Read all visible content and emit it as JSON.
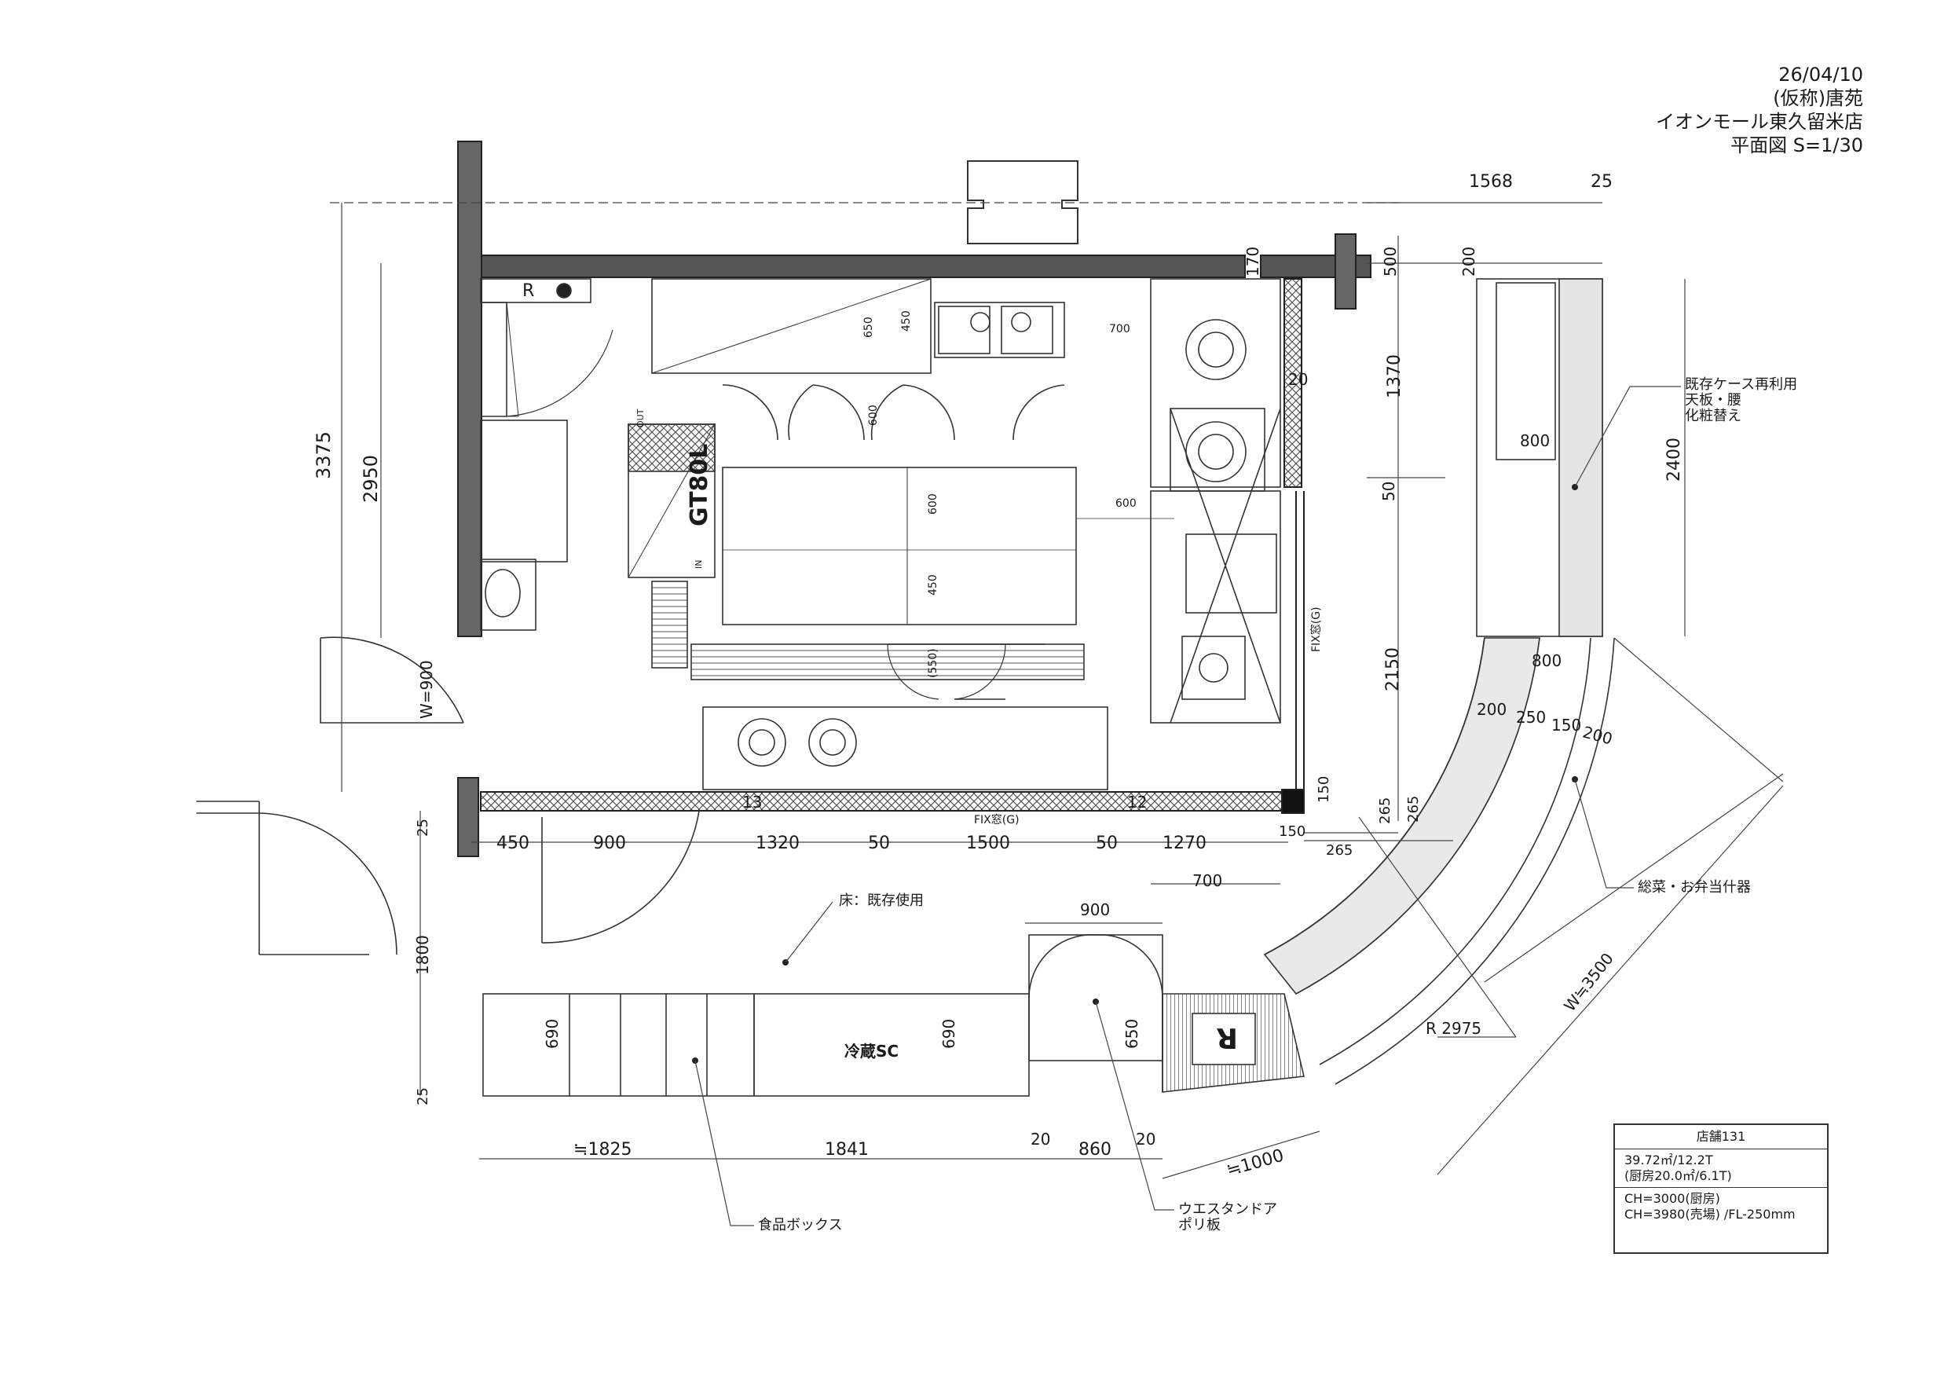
{
  "title_block": {
    "date": "26/04/10",
    "project": "(仮称)唐苑",
    "site": "イオンモール東久留米店",
    "sheet": "平面図  S=1/30"
  },
  "info_box": {
    "shop": "店舗131",
    "area": "39.72㎡/12.2T",
    "kitchen_area": "(厨房20.0㎡/6.1T)",
    "ch_kitchen": "CH=3000(厨房)",
    "ch_sales": "CH=3980(売場) /FL-250mm"
  },
  "dims": {
    "top_1568": "1568",
    "top_25": "25",
    "d170": "170",
    "d500": "500",
    "d200": "200",
    "d3375": "3375",
    "d2950": "2950",
    "d1370": "1370",
    "d20": "20",
    "d50": "50",
    "d2400": "2400",
    "d800a": "800",
    "d800b": "800",
    "d2150": "2150",
    "w900": "W=900",
    "d150a": "150",
    "d150b": "150",
    "d265a": "265",
    "d265b": "265",
    "d25a": "25",
    "d25b": "25",
    "d1800": "1800",
    "d700top": "700",
    "d650": "650",
    "d450": "450",
    "d600a": "600",
    "d600b": "600",
    "d600c": "600",
    "d450b": "450",
    "d550": "(550)",
    "d13": "13",
    "d12": "12",
    "row": [
      "450",
      "900",
      "1320",
      "50",
      "1500",
      "50",
      "1270"
    ],
    "d265c": "265",
    "d700": "700",
    "d900": "900",
    "d690a": "690",
    "d690b": "690",
    "d650b": "650",
    "arc": [
      "200",
      "250",
      "150",
      "200"
    ],
    "r2975": "R 2975",
    "w3500": "W≒3500",
    "bottom": [
      "≒1825",
      "1841",
      "20",
      "860",
      "20",
      "≒1000"
    ]
  },
  "labels": {
    "gt80l": "GT80L",
    "out": "OUT",
    "in": "IN",
    "r_small": "R",
    "r_large": "R",
    "fix_window_v": "FIX窓(G)",
    "fix_window_h": "FIX窓(G)",
    "floor": "床：既存使用",
    "reizou": "冷蔵SC",
    "case_note": [
      "既存ケース再利用",
      "天板・腰",
      "化粧替え"
    ],
    "souzai": "総菜・お弁当什器",
    "shokuhin": "食品ボックス",
    "western_door": [
      "ウエスタンドア",
      "ポリ板"
    ]
  }
}
